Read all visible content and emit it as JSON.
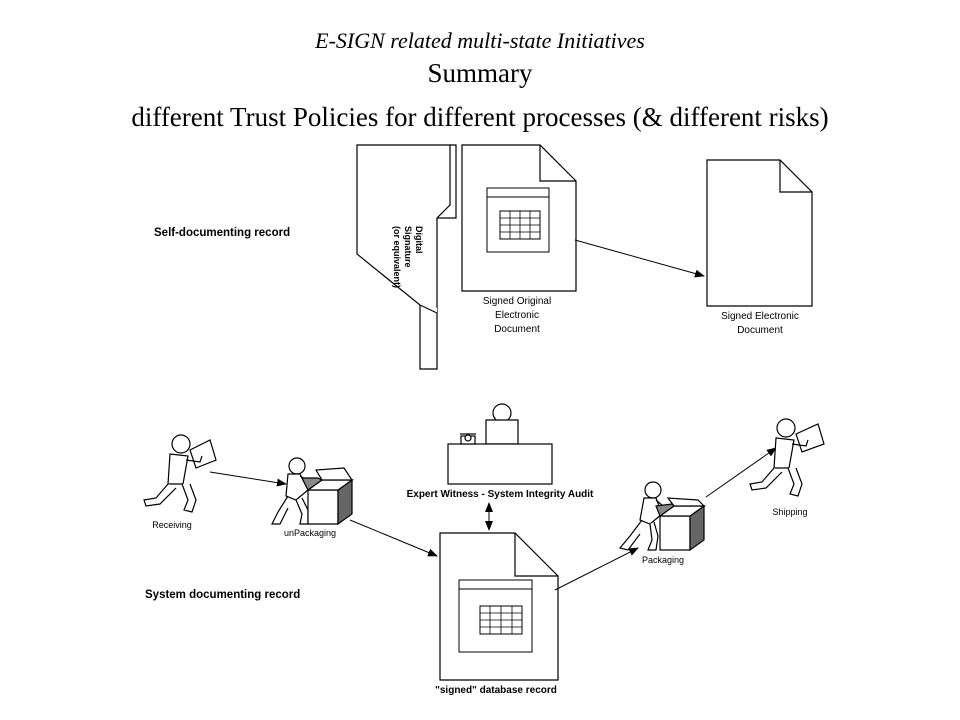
{
  "header": {
    "subtitle": "E-SIGN related multi-state Initiatives",
    "title": "Summary",
    "tagline": "different Trust Policies for different processes (& different risks)"
  },
  "self_doc": {
    "label": "Self-documenting record",
    "signature_lines": [
      "Digital",
      "Signature",
      "(or equivalent)"
    ],
    "original_lines": [
      "Signed Original",
      "Electronic",
      "Document"
    ],
    "electronic_lines": [
      "Signed Electronic",
      "Document"
    ]
  },
  "system_doc": {
    "label": "System documenting record",
    "receiving": "Receiving",
    "unpackaging": "unPackaging",
    "witness": "Expert Witness - System Integrity Audit",
    "packaging": "Packaging",
    "shipping": "Shipping",
    "database": "\"signed\" database record"
  }
}
